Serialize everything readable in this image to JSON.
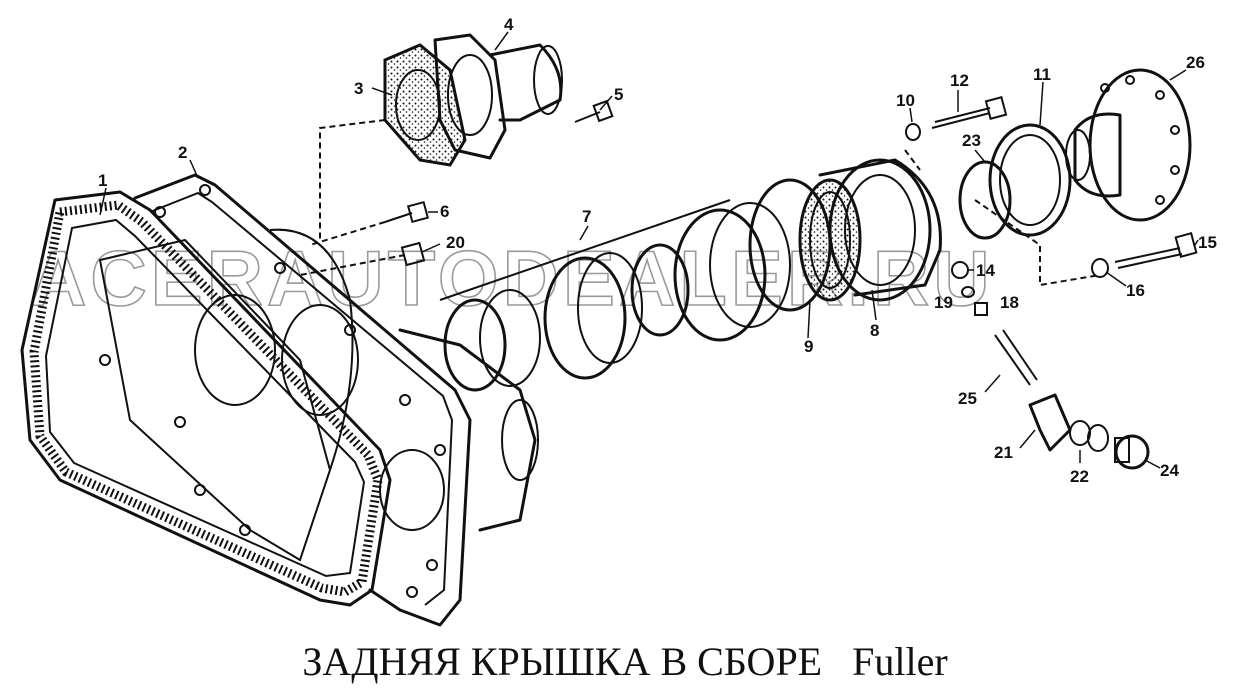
{
  "caption": "ЗАДНЯЯ КРЫШКА В СБОРЕ   Fuller",
  "watermark": "ACERAUTODEALER.RU",
  "callouts": [
    "1",
    "2",
    "3",
    "4",
    "5",
    "6",
    "7",
    "8",
    "9",
    "10",
    "11",
    "12",
    "14",
    "15",
    "16",
    "18",
    "19",
    "20",
    "21",
    "22",
    "23",
    "24",
    "25",
    "26"
  ],
  "colors": {
    "ink": "#111111",
    "watermark": "#9a9a9a",
    "background": "#ffffff"
  }
}
